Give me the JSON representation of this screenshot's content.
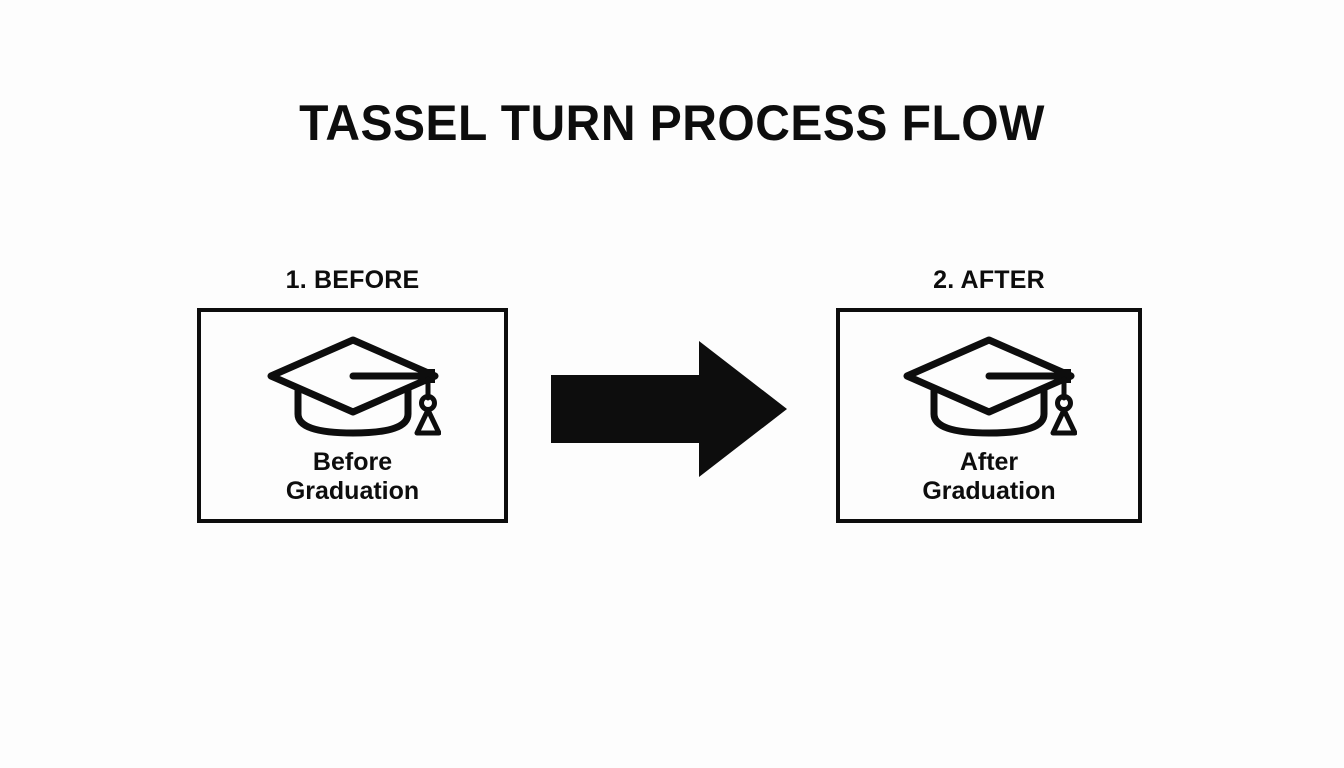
{
  "page": {
    "title": "TASSEL TURN PROCESS FLOW",
    "background_color": "#fdfdfd",
    "ink_color": "#0d0d0d"
  },
  "steps": [
    {
      "caption": "1. BEFORE",
      "number": "1",
      "name": "BEFORE",
      "icon": "graduation-cap-icon",
      "tassel_side": "right",
      "label_line_1": "Before",
      "label_line_2": "Graduation"
    },
    {
      "caption": "2. AFTER",
      "number": "2",
      "name": "AFTER",
      "icon": "graduation-cap-icon",
      "tassel_side": "right",
      "label_line_1": "After",
      "label_line_2": "Graduation"
    }
  ],
  "connector": {
    "icon": "right-arrow-icon",
    "direction": "right",
    "color": "#0d0d0d"
  }
}
